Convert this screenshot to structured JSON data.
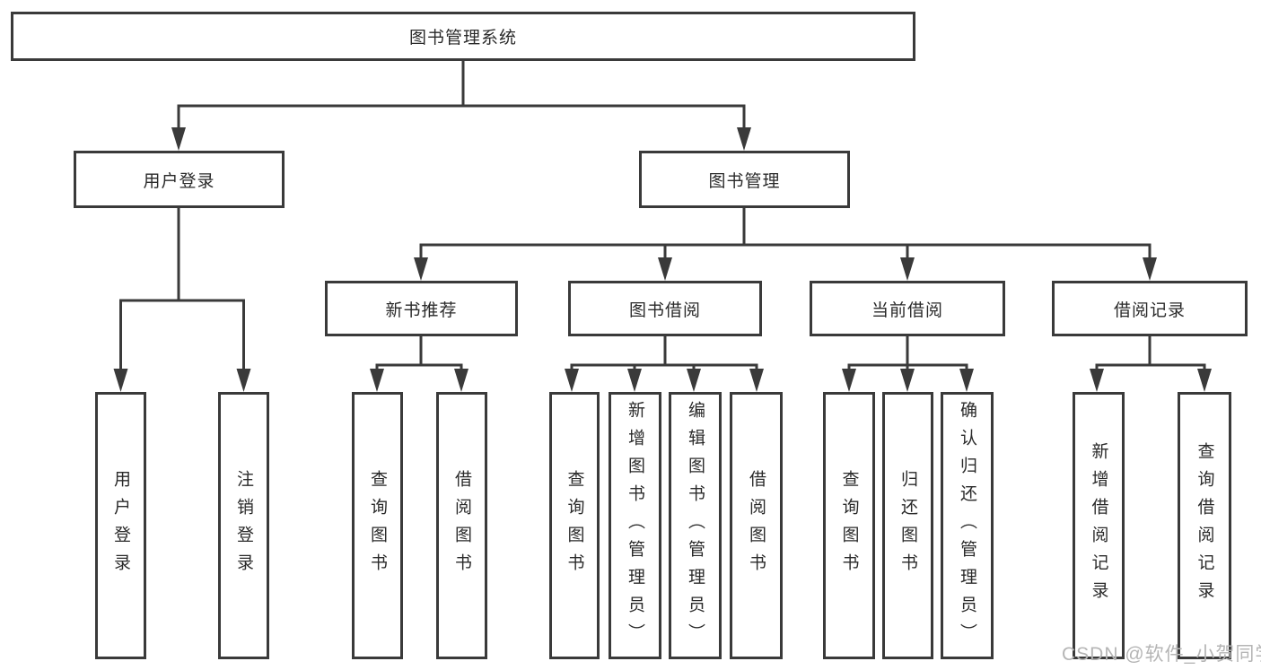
{
  "diagram": {
    "root": {
      "label": "图书管理系统"
    },
    "level2": [
      {
        "label": "用户登录"
      },
      {
        "label": "图书管理"
      }
    ],
    "level3": [
      {
        "label": "新书推荐"
      },
      {
        "label": "图书借阅"
      },
      {
        "label": "当前借阅"
      },
      {
        "label": "借阅记录"
      }
    ],
    "leaves": {
      "user_login": [
        {
          "label": "用户登录"
        },
        {
          "label": "注销登录"
        }
      ],
      "new_book_recommend": [
        {
          "label": "查询图书"
        },
        {
          "label": "借阅图书"
        }
      ],
      "book_borrow": [
        {
          "label": "查询图书"
        },
        {
          "label": "新增图书（管理员）"
        },
        {
          "label": "编辑图书（管理员）"
        },
        {
          "label": "借阅图书"
        }
      ],
      "current_borrow": [
        {
          "label": "查询图书"
        },
        {
          "label": "归还图书"
        },
        {
          "label": "确认归还（管理员）"
        }
      ],
      "borrow_records": [
        {
          "label": "新增借阅记录"
        },
        {
          "label": "查询借阅记录"
        }
      ]
    },
    "watermark": "CSDN @软件_小贺同学",
    "colors": {
      "line": "#3a3a3a",
      "text": "#2a2a2a",
      "watermark": "#b5b5b5",
      "background": "#ffffff"
    }
  }
}
